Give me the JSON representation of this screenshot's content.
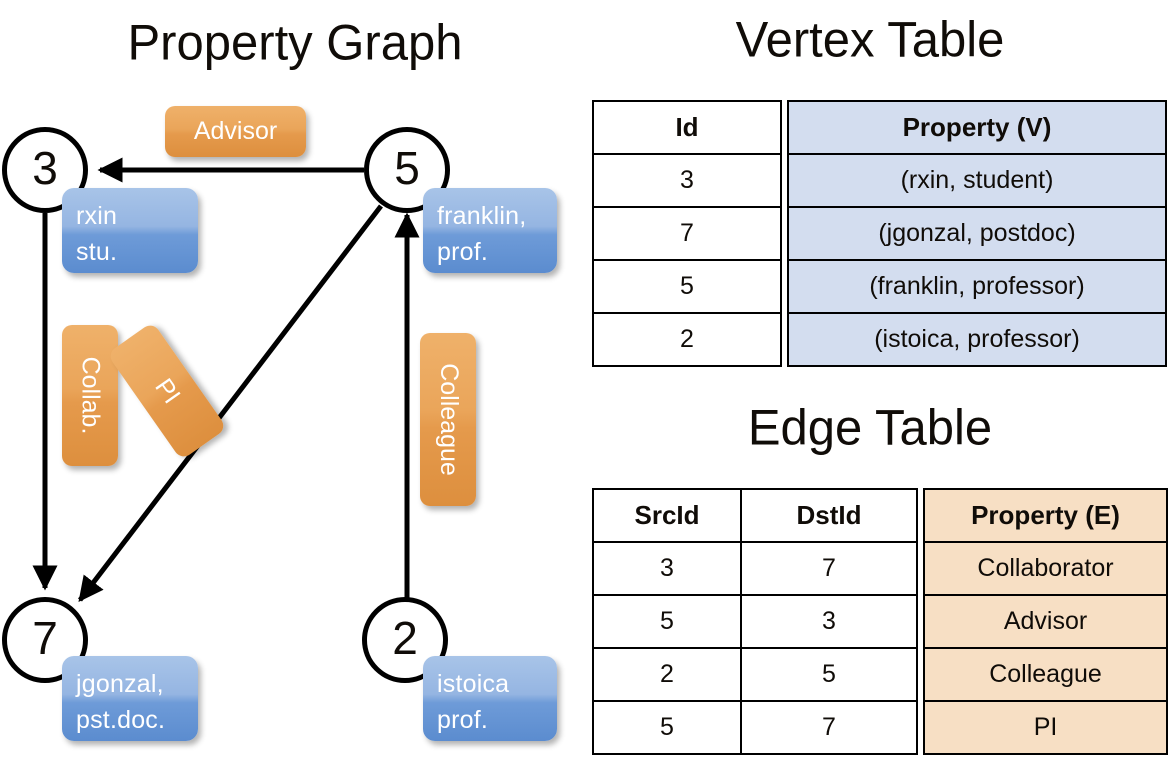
{
  "titles": {
    "property_graph": "Property Graph",
    "vertex_table": "Vertex Table",
    "edge_table": "Edge Table"
  },
  "colors": {
    "vertex_shade": "#d3ddef",
    "edge_shade": "#f7dfc4",
    "node_box_blue": "#5b8ccf",
    "edge_label_orange": "#eaa55a",
    "stroke": "#000000"
  },
  "graph": {
    "nodes": [
      {
        "id": "3",
        "property_line1": "rxin",
        "property_line2": "stu."
      },
      {
        "id": "5",
        "property_line1": "franklin,",
        "property_line2": "prof."
      },
      {
        "id": "7",
        "property_line1": "jgonzal,",
        "property_line2": "pst.doc."
      },
      {
        "id": "2",
        "property_line1": "istoica",
        "property_line2": "prof."
      }
    ],
    "edge_labels": [
      {
        "name": "advisor",
        "text": "Advisor",
        "orientation": "horizontal"
      },
      {
        "name": "collab",
        "text": "Collab.",
        "orientation": "vertical"
      },
      {
        "name": "pi",
        "text": "PI",
        "orientation": "diagonal"
      },
      {
        "name": "colleague",
        "text": "Colleague",
        "orientation": "vertical"
      }
    ]
  },
  "vertex_table": {
    "headers": [
      "Id",
      "Property (V)"
    ],
    "rows": [
      {
        "id": "3",
        "property": "(rxin, student)"
      },
      {
        "id": "7",
        "property": "(jgonzal, postdoc)"
      },
      {
        "id": "5",
        "property": "(franklin, professor)"
      },
      {
        "id": "2",
        "property": "(istoica, professor)"
      }
    ]
  },
  "edge_table": {
    "headers": [
      "SrcId",
      "DstId",
      "Property (E)"
    ],
    "rows": [
      {
        "src": "3",
        "dst": "7",
        "property": "Collaborator"
      },
      {
        "src": "5",
        "dst": "3",
        "property": "Advisor"
      },
      {
        "src": "2",
        "dst": "5",
        "property": "Colleague"
      },
      {
        "src": "5",
        "dst": "7",
        "property": "PI"
      }
    ]
  }
}
